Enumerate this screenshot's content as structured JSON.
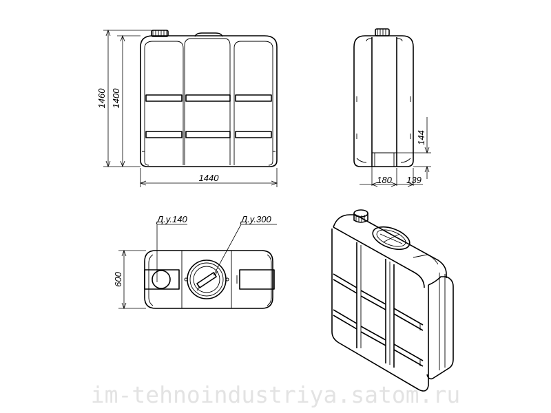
{
  "drawing": {
    "front_view": {
      "height_overall": "1460",
      "height_body": "1400",
      "width": "1440"
    },
    "side_view": {
      "dim_vertical": "144",
      "dim_bottom_a": "180",
      "dim_bottom_b": "139"
    },
    "top_view": {
      "depth": "600",
      "port_small": "Д.у.140",
      "port_large": "Д.у.300"
    }
  },
  "watermark": "im-tehnoindustriya.satom.ru",
  "colors": {
    "line": "#000000",
    "background": "#ffffff",
    "watermark": "#e3e3e3"
  }
}
